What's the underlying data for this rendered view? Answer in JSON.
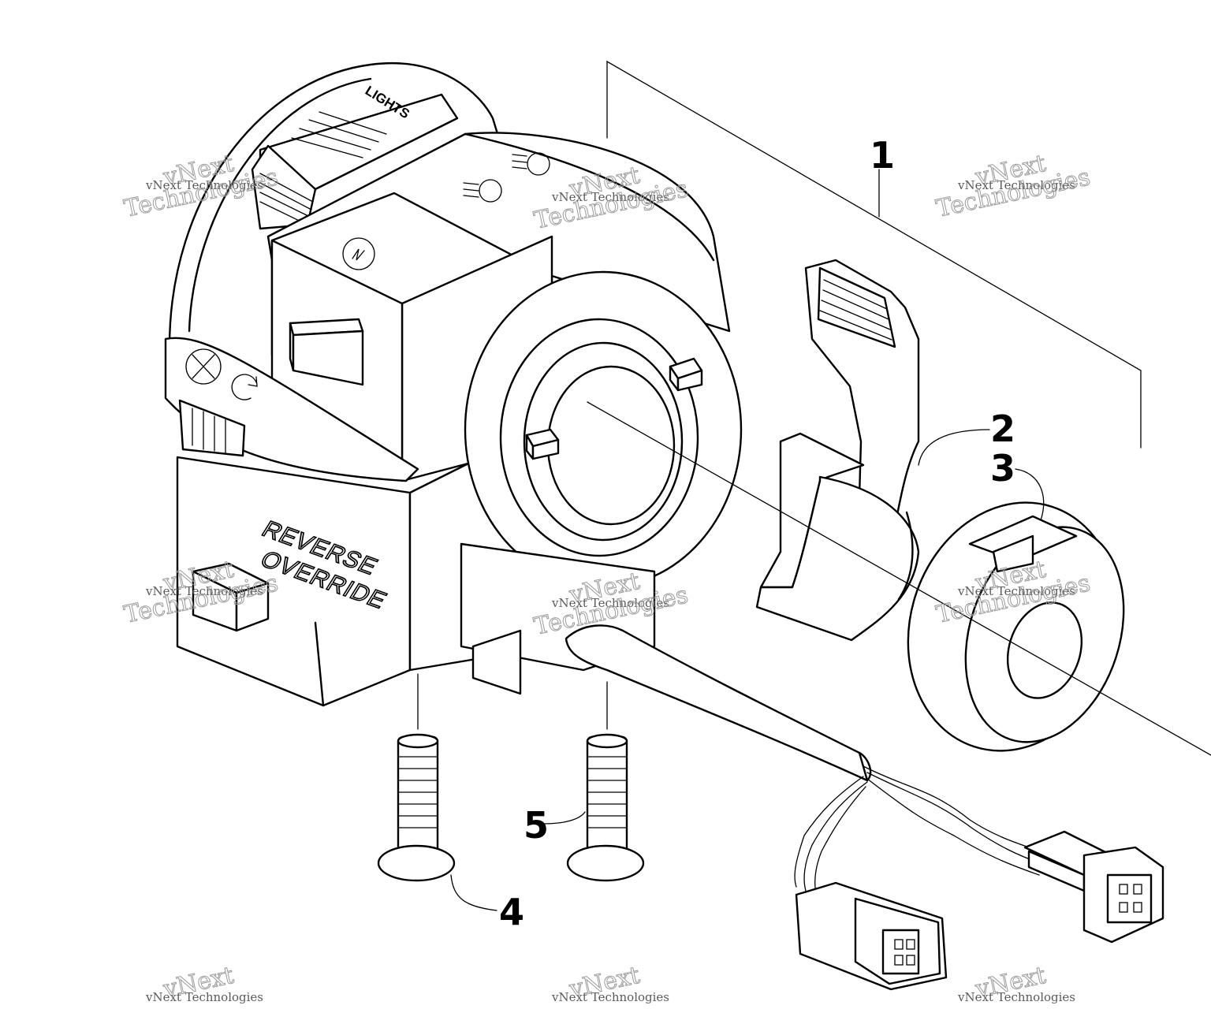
{
  "diagram": {
    "callouts": [
      "1",
      "2",
      "3",
      "4",
      "5"
    ],
    "housing_labels": {
      "lights": "LIGHTS",
      "reverse_line1": "REVERSE",
      "reverse_line2": "OVERRIDE"
    }
  },
  "watermark": {
    "line1": "vNext Technologies",
    "line2": "Technologies",
    "line3": "vNext"
  }
}
